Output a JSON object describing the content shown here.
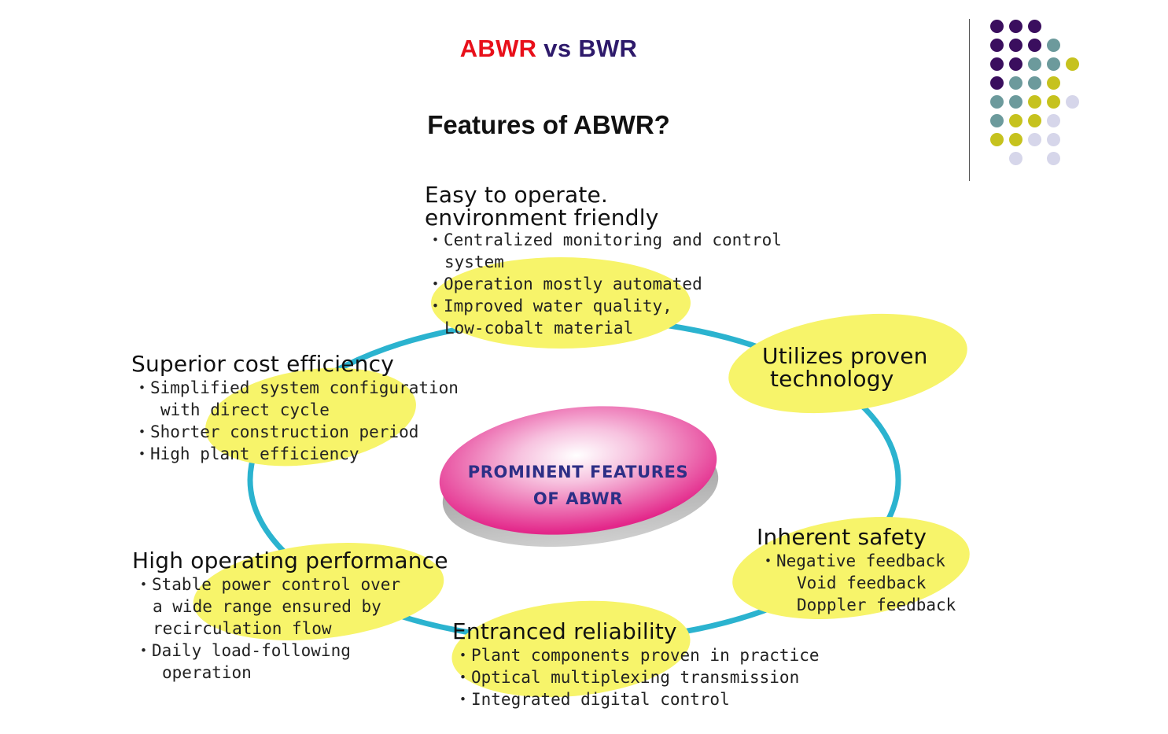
{
  "title": {
    "part1": "ABWR",
    "part2": "vs",
    "part3": "BWR"
  },
  "subtitle": "Features of ABWR?",
  "palette": {
    "title_red": "#e8101a",
    "title_navy": "#2e1a6b",
    "ellipse_yellow": "#f7f46a",
    "ring_cyan": "#2bb3cf",
    "center_magenta": "#e3278a",
    "dot_purple": "#3a0e5e",
    "dot_teal": "#6c9a9c",
    "dot_olive": "#c6c21e",
    "dot_lavender": "#d6d6ea"
  },
  "center": {
    "line1": "PROMINENT FEATURES",
    "line2": "OF ABWR"
  },
  "nodes": {
    "top": {
      "heading_lines": [
        "Easy to operate.",
        "environment friendly"
      ],
      "bullets": [
        {
          "lines": [
            "・Centralized monitoring and control",
            "system"
          ]
        },
        {
          "lines": [
            "・Operation mostly automated"
          ]
        },
        {
          "lines": [
            "・Improved water quality,",
            "Low-cobalt material"
          ]
        }
      ]
    },
    "right_top": {
      "heading_lines": [
        "Utilizes proven",
        "technology"
      ]
    },
    "right_bottom": {
      "heading_lines": [
        "Inherent safety"
      ],
      "bullets": [
        {
          "lines": [
            "・Negative feedback",
            "Void feedback",
            "Doppler feedback"
          ]
        }
      ]
    },
    "bottom": {
      "heading_lines": [
        "Entranced reliability"
      ],
      "bullets": [
        {
          "lines": [
            "・Plant components proven in practice"
          ]
        },
        {
          "lines": [
            "・Optical multiplexing transmission"
          ]
        },
        {
          "lines": [
            "・Integrated digital control"
          ]
        }
      ]
    },
    "left_bottom": {
      "heading_lines": [
        "High operating performance"
      ],
      "bullets": [
        {
          "lines": [
            "・Stable power control over",
            "a wide range ensured by",
            "recirculation flow"
          ]
        },
        {
          "lines": [
            "・Daily load-following",
            "operation"
          ]
        }
      ]
    },
    "left_top": {
      "heading_lines": [
        "Superior cost efficiency"
      ],
      "bullets": [
        {
          "lines": [
            "・Simplified system configuration",
            "with direct cycle"
          ]
        },
        {
          "lines": [
            "・Shorter construction period"
          ]
        },
        {
          "lines": [
            "・High plant efficiency"
          ]
        }
      ]
    }
  }
}
